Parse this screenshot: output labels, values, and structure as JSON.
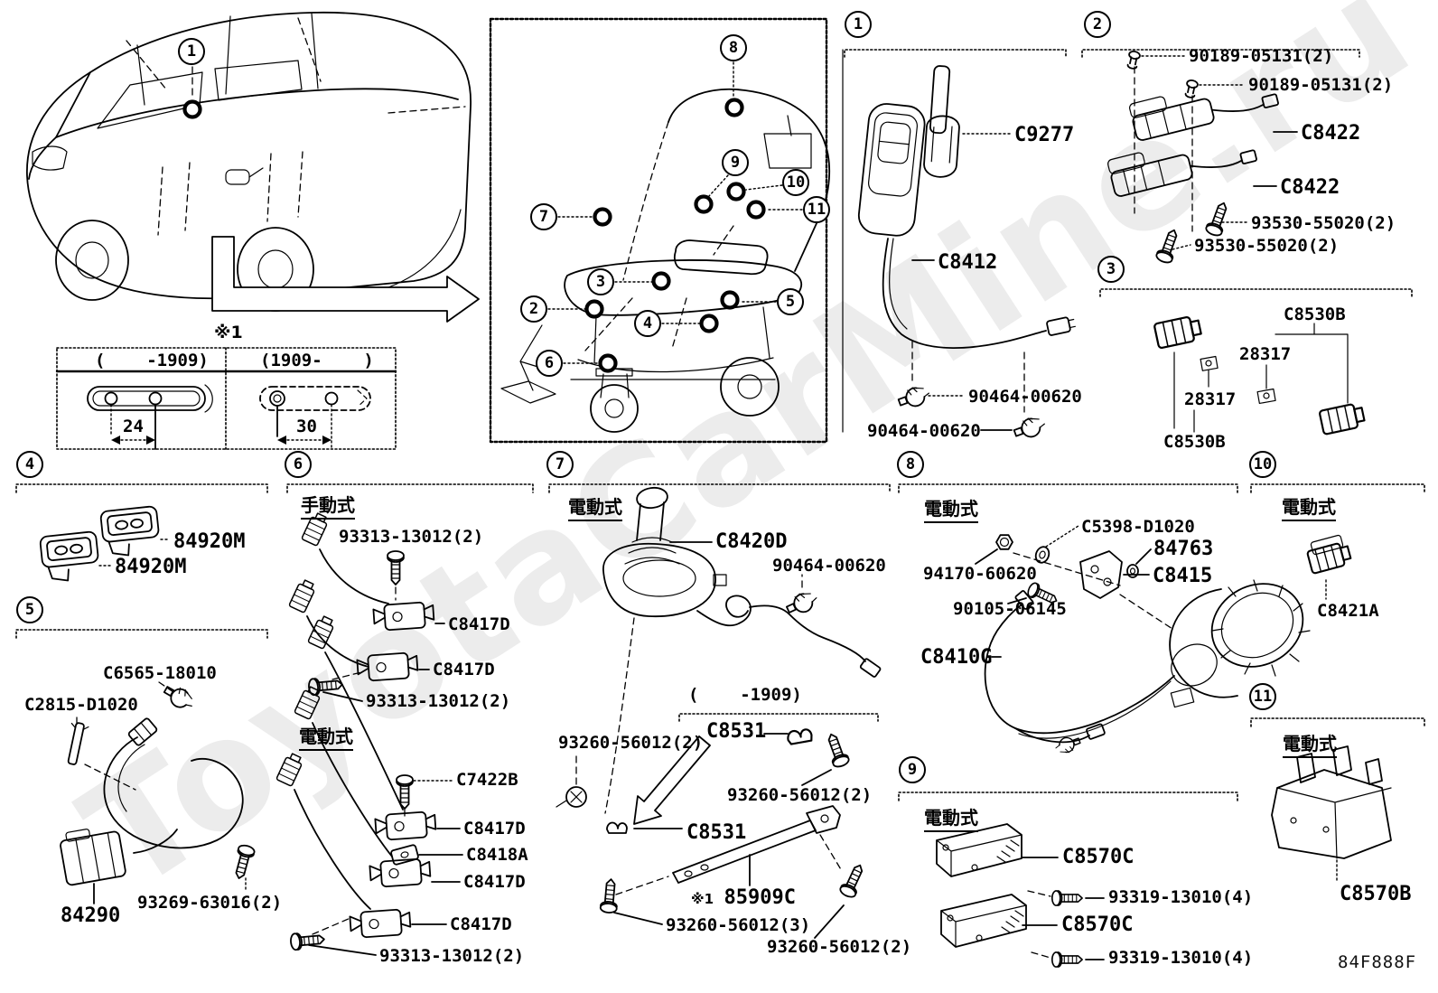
{
  "watermark": "ToyotaCarMine.ru",
  "diagram_code": "84F888F",
  "note_marker": "※1",
  "type_labels": {
    "manual": "手動式",
    "electric": "電動式"
  },
  "callout_numbers": {
    "n1": "1",
    "n2": "2",
    "n3": "3",
    "n4": "4",
    "n5": "5",
    "n6": "6",
    "n7": "7",
    "n8": "8",
    "n9": "9",
    "n10": "10",
    "n11": "11"
  },
  "spacing_table": {
    "left_header": "(    -1909)",
    "right_header": "(1909-    )",
    "left_value": "24",
    "right_value": "30"
  },
  "range_label": "(    -1909)",
  "parts": {
    "c9277": "C9277",
    "c8412": "C8412",
    "p90464": "90464-00620",
    "p90189": "90189-05131(2)",
    "c8422": "C8422",
    "p93530": "93530-55020(2)",
    "c8530b": "C8530B",
    "p28317": "28317",
    "p84920m": "84920M",
    "c6565": "C6565-18010",
    "c2815": "C2815-D1020",
    "p84290": "84290",
    "p93269": "93269-63016(2)",
    "p93313": "93313-13012(2)",
    "c8417d": "C8417D",
    "c7422b": "C7422B",
    "c8418a": "C8418A",
    "c8420d": "C8420D",
    "c8531": "C8531",
    "p93260x2": "93260-56012(2)",
    "p93260x3": "93260-56012(3)",
    "p85909c": "85909C",
    "c5398": "C5398-D1020",
    "p84763": "84763",
    "p94170": "94170-60620",
    "c8415": "C8415",
    "p90105": "90105-06145",
    "c8410g": "C8410G",
    "c8570c": "C8570C",
    "p93319": "93319-13010(4)",
    "c8421a": "C8421A",
    "c8570b": "C8570B"
  }
}
